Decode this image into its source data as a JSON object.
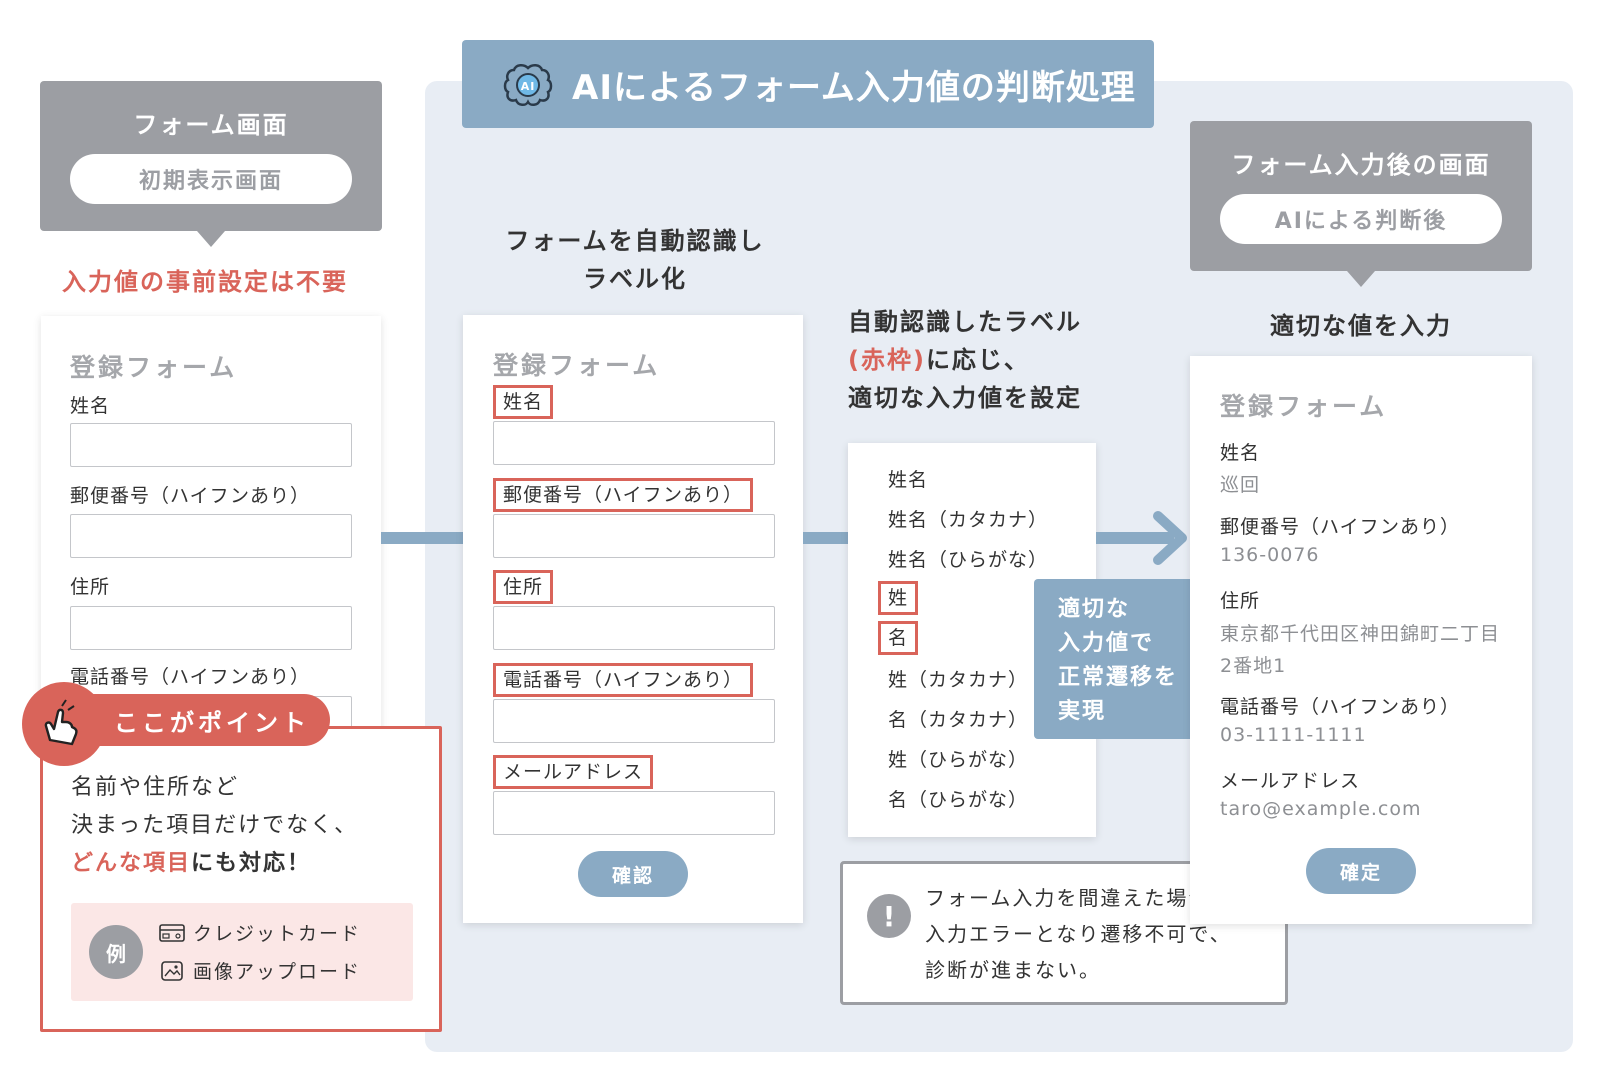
{
  "ai_section": {
    "title": "AIによるフォーム入力値の判断処理",
    "icon_text": "AI"
  },
  "left_callout": {
    "title": "フォーム画面",
    "pill": "初期表示画面",
    "caption": "入力値の事前設定は不要"
  },
  "right_callout": {
    "title": "フォーム入力後の画面",
    "pill": "AIによる判断後",
    "caption": "適切な値を入力"
  },
  "middle_caption": {
    "line1": "フォームを自動認識し",
    "line2": "ラベル化"
  },
  "form_left": {
    "title": "登録フォーム",
    "fields": [
      "姓名",
      "郵便番号（ハイフンあり）",
      "住所",
      "電話番号（ハイフンあり）"
    ]
  },
  "form_middle": {
    "title": "登録フォーム",
    "fields": [
      "姓名",
      "郵便番号（ハイフンあり）",
      "住所",
      "電話番号（ハイフンあり）",
      "メールアドレス"
    ],
    "button": "確認"
  },
  "label_caption": {
    "line1": "自動認識したラベル",
    "line2_red": "(赤枠)",
    "line2_rest": "に応じ、",
    "line3": "適切な入力値を設定"
  },
  "label_list": [
    "姓名",
    "姓名（カタカナ）",
    "姓名（ひらがな）",
    "姓",
    "名",
    "姓（カタカナ）",
    "名（カタカナ）",
    "姓（ひらがな）",
    "名（ひらがな）"
  ],
  "blue_note": {
    "line1": "適切な",
    "line2": "入力値で",
    "line3": "正常遷移を",
    "line4": "実現"
  },
  "form_right": {
    "title": "登録フォーム",
    "fields": [
      {
        "label": "姓名",
        "value": "巡回"
      },
      {
        "label": "郵便番号（ハイフンあり）",
        "value": "136-0076"
      },
      {
        "label": "住所",
        "value": "東京都千代田区神田錦町二丁目2番地1"
      },
      {
        "label": "電話番号（ハイフンあり）",
        "value": "03-1111-1111"
      },
      {
        "label": "メールアドレス",
        "value": "taro@example.com"
      }
    ],
    "button": "確定"
  },
  "warning": {
    "icon": "!",
    "line1": "フォーム入力を間違えた場合、",
    "line2": "入力エラーとなり遷移不可で、",
    "line3": "診断が進まない。"
  },
  "point": {
    "badge": "ここがポイント",
    "line1": "名前や住所など",
    "line2": "決まった項目だけでなく、",
    "line3_red": "どんな項目",
    "line3_rest": "にも対応！",
    "example_label": "例",
    "examples": [
      "クレジットカード",
      "画像アップロード"
    ]
  },
  "colors": {
    "accent_blue": "#8aaac4",
    "accent_red": "#d9645a",
    "gray": "#9c9ea3",
    "panel_bg": "#e8edf4"
  }
}
